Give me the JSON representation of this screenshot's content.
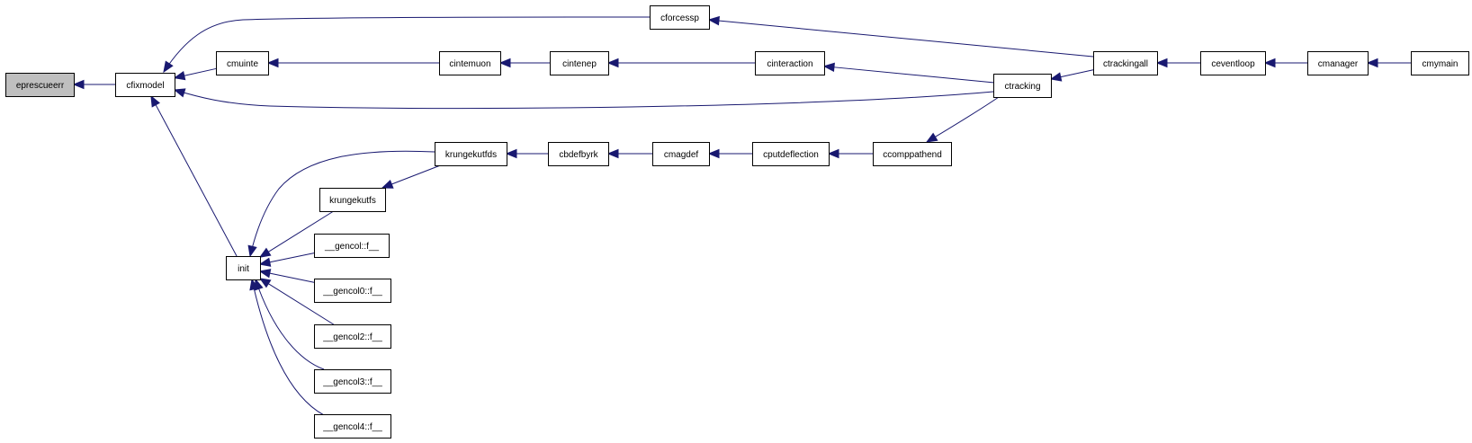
{
  "nodes": [
    {
      "id": "eprescueerr",
      "label": "eprescueerr",
      "highlight": true
    },
    {
      "id": "cfixmodel",
      "label": "cfixmodel"
    },
    {
      "id": "cforcessp",
      "label": "cforcessp"
    },
    {
      "id": "cmuinte",
      "label": "cmuinte"
    },
    {
      "id": "cintemuon",
      "label": "cintemuon"
    },
    {
      "id": "cintenep",
      "label": "cintenep"
    },
    {
      "id": "cinteraction",
      "label": "cinteraction"
    },
    {
      "id": "ctracking",
      "label": "ctracking"
    },
    {
      "id": "ctrackingall",
      "label": "ctrackingall"
    },
    {
      "id": "ceventloop",
      "label": "ceventloop"
    },
    {
      "id": "cmanager",
      "label": "cmanager"
    },
    {
      "id": "cmymain",
      "label": "cmymain"
    },
    {
      "id": "init",
      "label": "init"
    },
    {
      "id": "krungekutfds",
      "label": "krungekutfds"
    },
    {
      "id": "cbdefbyrk",
      "label": "cbdefbyrk"
    },
    {
      "id": "cmagdef",
      "label": "cmagdef"
    },
    {
      "id": "cputdeflection",
      "label": "cputdeflection"
    },
    {
      "id": "ccomppathend",
      "label": "ccomppathend"
    },
    {
      "id": "krungekutfs",
      "label": "krungekutfs"
    },
    {
      "id": "gencol",
      "label": "__gencol::f__"
    },
    {
      "id": "gencol0",
      "label": "__gencol0::f__"
    },
    {
      "id": "gencol2",
      "label": "__gencol2::f__"
    },
    {
      "id": "gencol3",
      "label": "__gencol3::f__"
    },
    {
      "id": "gencol4",
      "label": "__gencol4::f__"
    }
  ],
  "edges": [
    {
      "from": "cfixmodel",
      "to": "eprescueerr"
    },
    {
      "from": "cforcessp",
      "to": "cfixmodel"
    },
    {
      "from": "cmuinte",
      "to": "cfixmodel"
    },
    {
      "from": "ctracking",
      "to": "cfixmodel"
    },
    {
      "from": "init",
      "to": "cfixmodel"
    },
    {
      "from": "ctrackingall",
      "to": "cforcessp"
    },
    {
      "from": "cintemuon",
      "to": "cmuinte"
    },
    {
      "from": "cintenep",
      "to": "cintemuon"
    },
    {
      "from": "cinteraction",
      "to": "cintenep"
    },
    {
      "from": "ctracking",
      "to": "cinteraction"
    },
    {
      "from": "ctrackingall",
      "to": "ctracking"
    },
    {
      "from": "ceventloop",
      "to": "ctrackingall"
    },
    {
      "from": "cmanager",
      "to": "ceventloop"
    },
    {
      "from": "cmymain",
      "to": "cmanager"
    },
    {
      "from": "krungekutfds",
      "to": "init"
    },
    {
      "from": "krungekutfs",
      "to": "init"
    },
    {
      "from": "gencol",
      "to": "init"
    },
    {
      "from": "gencol0",
      "to": "init"
    },
    {
      "from": "gencol2",
      "to": "init"
    },
    {
      "from": "gencol3",
      "to": "init"
    },
    {
      "from": "gencol4",
      "to": "init"
    },
    {
      "from": "cbdefbyrk",
      "to": "krungekutfds"
    },
    {
      "from": "krungekutfds",
      "to": "krungekutfs"
    },
    {
      "from": "cmagdef",
      "to": "cbdefbyrk"
    },
    {
      "from": "cputdeflection",
      "to": "cmagdef"
    },
    {
      "from": "ccomppathend",
      "to": "cputdeflection"
    },
    {
      "from": "ctracking",
      "to": "ccomppathend"
    }
  ]
}
